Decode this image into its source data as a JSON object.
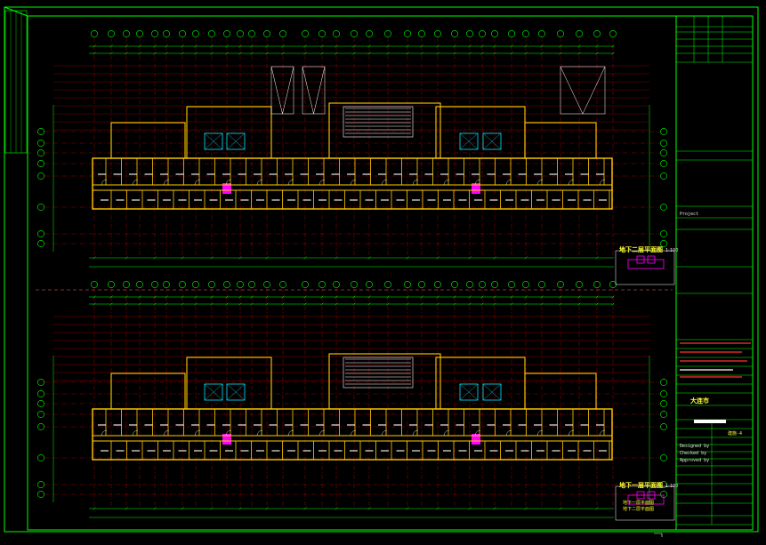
{
  "drawing": {
    "description": "CAD architectural floor plans (two underground level plans) on black background",
    "colors": {
      "background": "#000000",
      "frame": "#00ff00",
      "walls": "#ffcc00",
      "grid_axis": "#e00000",
      "annotation": "#ffffff",
      "dimension": "#00ff00",
      "accent_cyan": "#00e5ff",
      "accent_magenta": "#ff00ff"
    }
  },
  "plans": [
    {
      "id": "upper",
      "title": "地下二层平面图",
      "scale": "1:100"
    },
    {
      "id": "lower",
      "title": "地下一层平面图",
      "scale": "1:100"
    }
  ],
  "title_block": {
    "project_label": "Project",
    "drawing_label": "大连市",
    "sheet_no_label": "建施-4",
    "designed_by": "Designed by",
    "checked_by": "Checked by",
    "approved_by": "Approved by",
    "drawing_names": [
      "地下一层平面图",
      "地下二层平面图"
    ]
  }
}
